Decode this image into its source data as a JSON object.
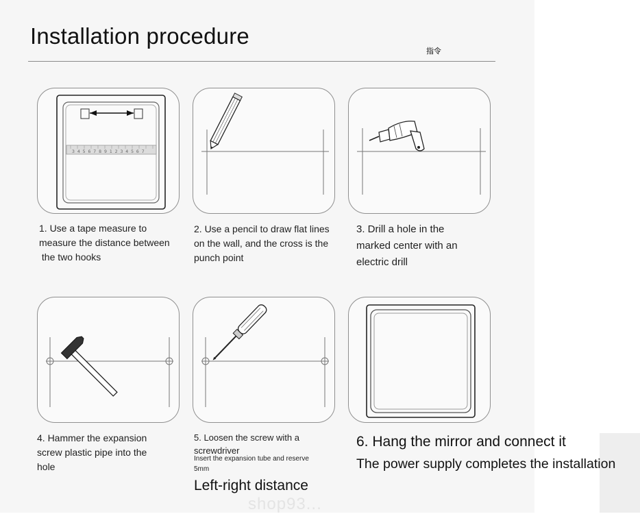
{
  "title": "Installation procedure",
  "cjk_label": "指令",
  "ruler_text": "3 4 5 6 7 8 9 1 2 3 4 5 6 7",
  "steps": [
    {
      "lines": [
        "1. Use a tape measure to",
        "measure the distance between",
        " the two hooks"
      ]
    },
    {
      "lines": [
        "2. Use a pencil to draw flat lines",
        "on the wall, and the cross is the",
        "punch point"
      ]
    },
    {
      "lines": [
        "3. Drill a hole in the",
        "marked center with an",
        "electric drill"
      ]
    },
    {
      "lines": [
        "4. Hammer the expansion",
        "screw plastic pipe into the",
        "hole"
      ]
    },
    {
      "lines": [
        "5. Loosen the screw with a",
        "screwdriver"
      ]
    },
    {
      "lines": [
        "6. Hang the mirror and connect it",
        "The power supply completes the installation"
      ]
    }
  ],
  "step5_note": [
    "Insert the expansion tube and reserve",
    "5mm"
  ],
  "footer_label": "Left-right distance",
  "watermark": "shop93..."
}
